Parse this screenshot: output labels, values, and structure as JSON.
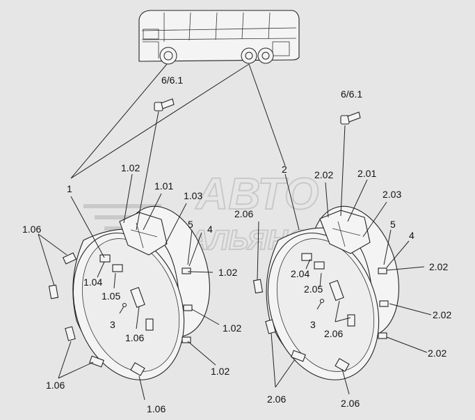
{
  "watermark": {
    "line1": "АВТО",
    "line2": "АЛЬЯНС"
  },
  "labels": {
    "bolt_left": "6/6.1",
    "bolt_right": "6/6.1",
    "callout_1": "1",
    "callout_2": "2",
    "l_102_top": "1.02",
    "l_101": "1.01",
    "l_103": "1.03",
    "l_5_left": "5",
    "l_4_left": "4",
    "l_102_mid": "1.02",
    "l_106_topleft": "1.06",
    "l_104": "1.04",
    "l_105": "1.05",
    "l_3_left": "3",
    "l_106_center": "1.06",
    "l_102_low": "1.02",
    "l_102_bottom": "1.02",
    "l_106_bottomleft": "1.06",
    "l_106_bottom": "1.06",
    "l_202_top": "2.02",
    "l_201": "2.01",
    "l_203": "2.03",
    "l_206_upper": "2.06",
    "l_5_right": "5",
    "l_4_right": "4",
    "l_204": "2.04",
    "l_205": "2.05",
    "l_3_right": "3",
    "l_206_center": "2.06",
    "l_202_r1": "2.02",
    "l_202_r2": "2.02",
    "l_202_r3": "2.02",
    "l_206_bottomleft": "2.06",
    "l_206_bottom": "2.06"
  }
}
